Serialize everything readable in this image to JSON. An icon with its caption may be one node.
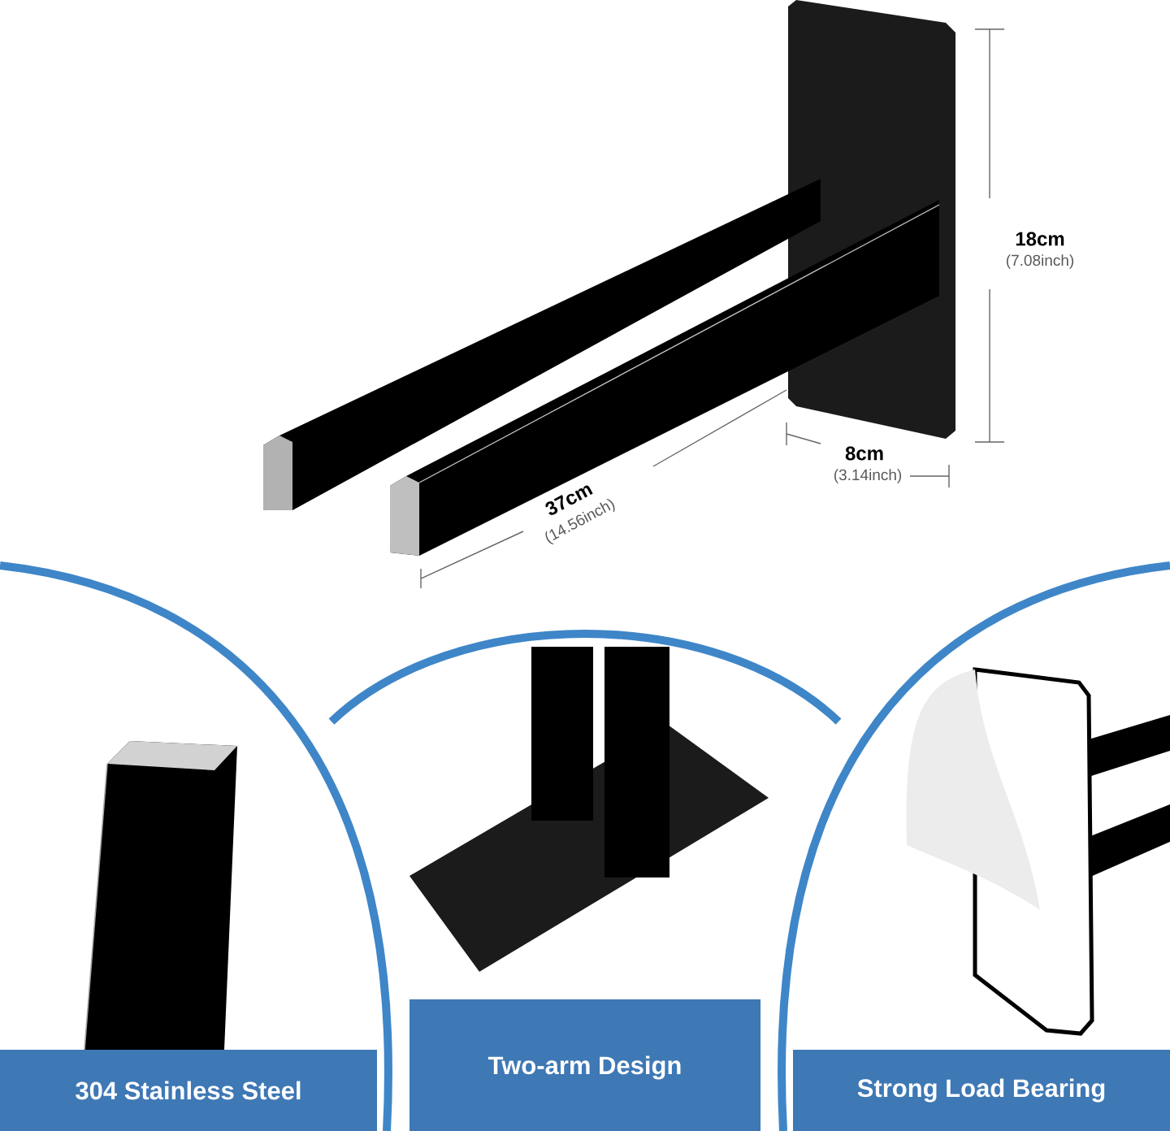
{
  "diagram": {
    "nodes": [
      {
        "text": [
          "304 Stainless Steel"
        ]
      },
      {
        "text": [
          "Two-arm Design"
        ]
      },
      {
        "text": [
          "Strong Load Bearing"
        ]
      }
    ],
    "labels": [
      "18cm",
      "(7.08inch)",
      "8cm",
      "(3.14inch)",
      "37cm",
      "(14.56inch)"
    ]
  }
}
